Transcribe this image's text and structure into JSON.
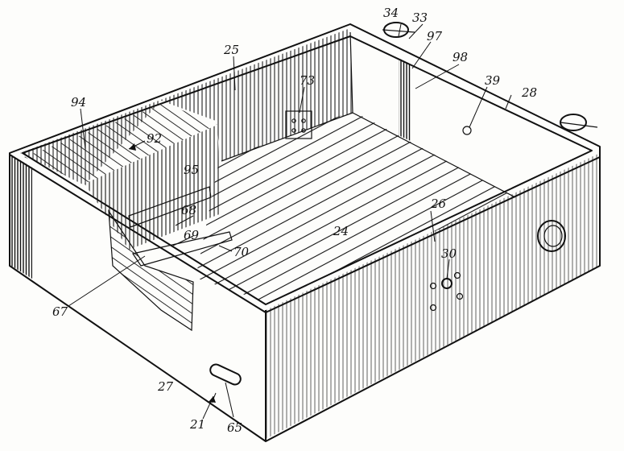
{
  "figure": {
    "labels": {
      "l21": "21",
      "l24": "24",
      "l25": "25",
      "l26": "26",
      "l27": "27",
      "l28": "28",
      "l30": "30",
      "l33": "33",
      "l34": "34",
      "l39": "39",
      "l65": "65",
      "l67": "67",
      "l68": "68",
      "l69": "69",
      "l70": "70",
      "l73": "73",
      "l92": "92",
      "l94": "94",
      "l95": "95",
      "l97": "97",
      "l98": "98"
    },
    "colors": {
      "ink": "#111111",
      "paper": "#fdfdfb"
    }
  }
}
